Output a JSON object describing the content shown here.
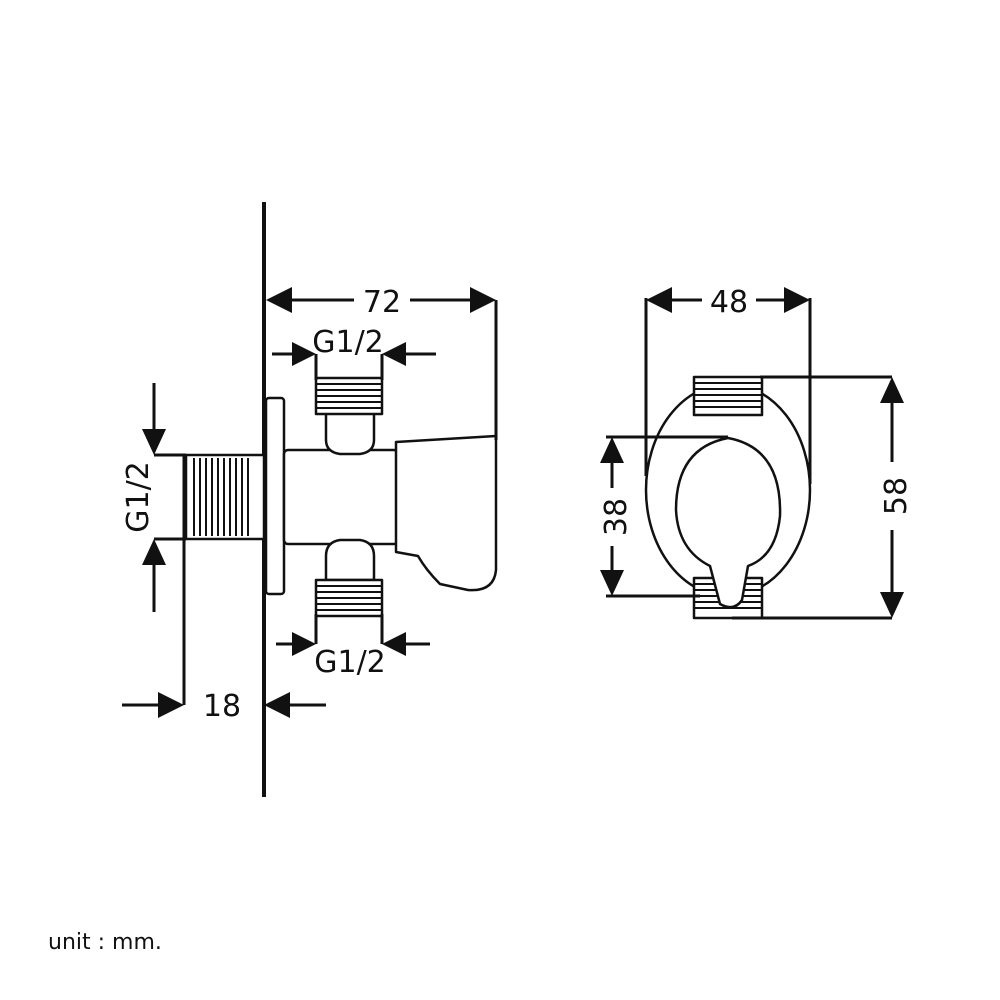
{
  "side_view": {
    "overall_length": "72",
    "top_outlet_thread": "G1/2",
    "bottom_outlet_thread": "G1/2",
    "inlet_thread": "G1/2",
    "wall_projection": "18"
  },
  "front_view": {
    "width": "48",
    "inner_height": "38",
    "overall_height": "58"
  },
  "unit_label": "unit : mm."
}
